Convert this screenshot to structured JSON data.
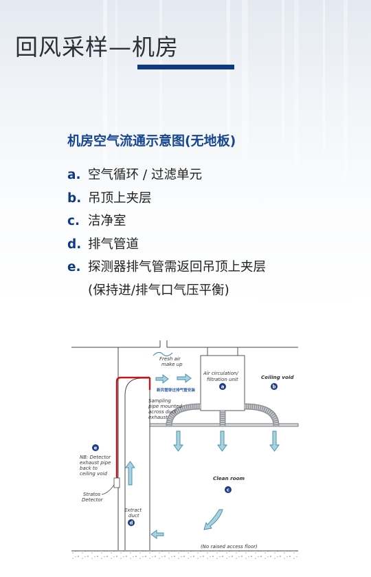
{
  "page": {
    "title": "回风采样—机房",
    "section_heading": "机房空气流通示意图(无地板)",
    "legend": [
      {
        "letter": "a.",
        "text": "空气循环 / 过滤单元",
        "text2": ""
      },
      {
        "letter": "b.",
        "text": "吊顶上夹层",
        "text2": ""
      },
      {
        "letter": "c.",
        "text": "洁净室",
        "text2": ""
      },
      {
        "letter": "d.",
        "text": "排气管道",
        "text2": ""
      },
      {
        "letter": "e.",
        "text": "探测器排气管需返回吊顶上夹层",
        "text2": "(保持进/排气口气压平衡)"
      }
    ]
  },
  "colors": {
    "title_underline": "#0e3a83",
    "heading": "#15468f",
    "legend_letter": "#0e3a83",
    "pipe_red": "#c0161c",
    "arrow_fill": "#a8d2df",
    "arrow_stroke": "#3f8ba6",
    "badge": "#1d3c84",
    "overlay_text": "#2a5cab"
  },
  "diagram": {
    "fresh_air_1": "Fresh air",
    "fresh_air_2": "make up",
    "unit_1": "Air circulation/",
    "unit_2": "filtration unit",
    "ceiling_void": "Ceiling void",
    "overlay_text": "新风管穿过排气管安装",
    "sampling_1": "Sampling",
    "sampling_2": "pipe mounted",
    "sampling_3": "across duct",
    "sampling_4": "exhaust",
    "nb_1": "NB: Detector",
    "nb_2": "exhaust pipe",
    "nb_3": "back to",
    "nb_4": "ceiling void",
    "stratos_1": "Stratos",
    "stratos_2": "Detector",
    "clean_room": "Clean room",
    "extract_1": "Extract",
    "extract_2": "duct",
    "floor_note": "(No raised access floor)",
    "badges": {
      "a": "a",
      "b": "b",
      "c": "c",
      "d": "d",
      "e": "e"
    }
  }
}
